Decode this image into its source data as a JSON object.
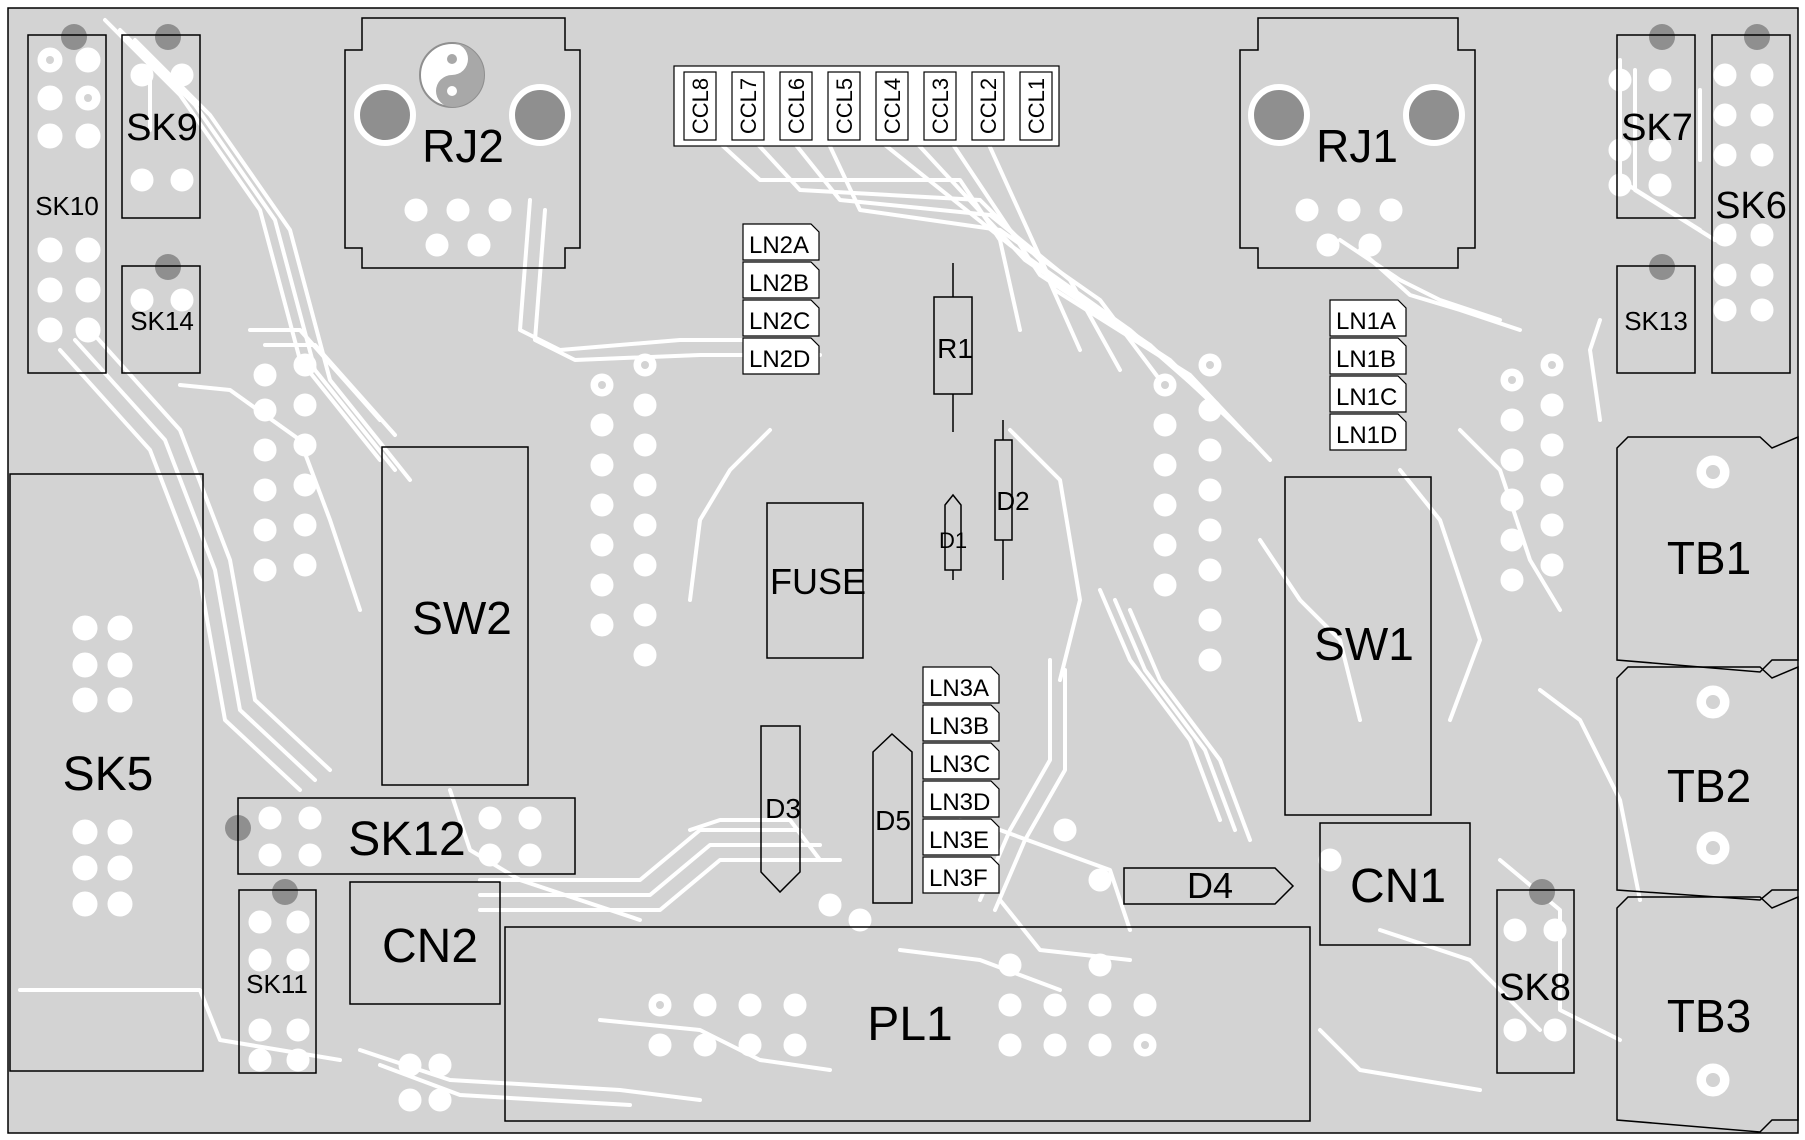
{
  "colors": {
    "board": "#d3d3d3",
    "trace": "#ffffff",
    "pad": "#ffffff",
    "pad_hole": "#d3d3d3",
    "mount_hole": "#8f8f8f",
    "outline": "#000000"
  },
  "labels": {
    "rj2": "RJ2",
    "rj1": "RJ1",
    "sk10": "SK10",
    "sk9": "SK9",
    "sk14": "SK14",
    "sk7": "SK7",
    "sk6": "SK6",
    "sk13": "SK13",
    "sk5": "SK5",
    "sk12": "SK12",
    "sk11": "SK11",
    "sk8": "SK8",
    "sw2": "SW2",
    "sw1": "SW1",
    "fuse": "FUSE",
    "r1": "R1",
    "d1": "D1",
    "d2": "D2",
    "d3": "D3",
    "d4": "D4",
    "d5": "D5",
    "cn1": "CN1",
    "cn2": "CN2",
    "pl1": "PL1",
    "tb1": "TB1",
    "tb2": "TB2",
    "tb3": "TB3"
  },
  "ccl_labels": [
    "CCL8",
    "CCL7",
    "CCL6",
    "CCL5",
    "CCL4",
    "CCL3",
    "CCL2",
    "CCL1"
  ],
  "ln2_labels": [
    "LN2A",
    "LN2B",
    "LN2C",
    "LN2D"
  ],
  "ln1_labels": [
    "LN1A",
    "LN1B",
    "LN1C",
    "LN1D"
  ],
  "ln3_labels": [
    "LN3A",
    "LN3B",
    "LN3C",
    "LN3D",
    "LN3E",
    "LN3F"
  ]
}
